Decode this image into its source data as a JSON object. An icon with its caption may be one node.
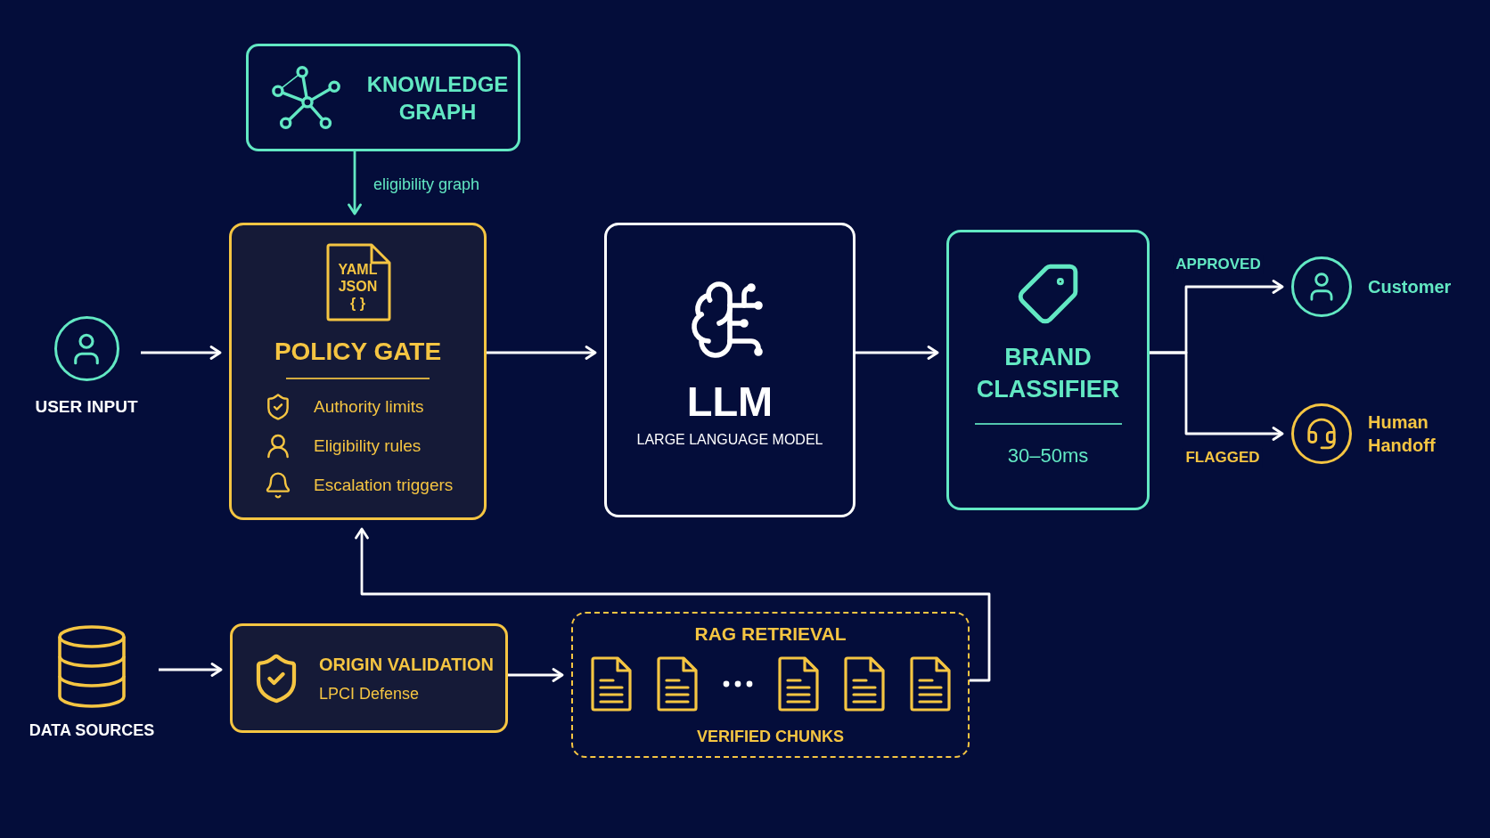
{
  "diagram": {
    "nodes": [
      {
        "text": [
          "KNOWLEDGE GRAPH"
        ]
      },
      {
        "text": [
          "USER INPUT"
        ]
      },
      {
        "text": [
          "YAML JSON { }",
          "POLICY GATE",
          "Authority limits",
          "Eligibility rules",
          "Escalation triggers"
        ]
      },
      {
        "text": [
          "LLM",
          "LARGE LANGUAGE MODEL"
        ]
      },
      {
        "text": [
          "BRAND CLASSIFIER",
          "30–50ms"
        ]
      },
      {
        "text": [
          "Customer"
        ]
      },
      {
        "text": [
          "Human Handoff"
        ]
      },
      {
        "text": [
          "DATA SOURCES"
        ]
      },
      {
        "text": [
          "ORIGIN VALIDATION",
          "LPCI Defense"
        ]
      },
      {
        "text": [
          "RAG RETRIEVAL",
          "VERIFIED CHUNKS"
        ]
      }
    ],
    "edges": [
      {
        "from": 0,
        "to": 2,
        "arrow": "to",
        "label": "eligibility graph",
        "color": "#62e8c3"
      },
      {
        "from": 1,
        "to": 2,
        "arrow": "to"
      },
      {
        "from": 2,
        "to": 3,
        "arrow": "to"
      },
      {
        "from": 3,
        "to": 4,
        "arrow": "to"
      },
      {
        "from": 4,
        "to": 5,
        "arrow": "to",
        "label": "APPROVED"
      },
      {
        "from": 4,
        "to": 6,
        "arrow": "to",
        "label": "FLAGGED"
      },
      {
        "from": 7,
        "to": 8,
        "arrow": "to"
      },
      {
        "from": 8,
        "to": 9,
        "arrow": "to"
      },
      {
        "from": 9,
        "to": 2,
        "arrow": "to"
      }
    ]
  }
}
